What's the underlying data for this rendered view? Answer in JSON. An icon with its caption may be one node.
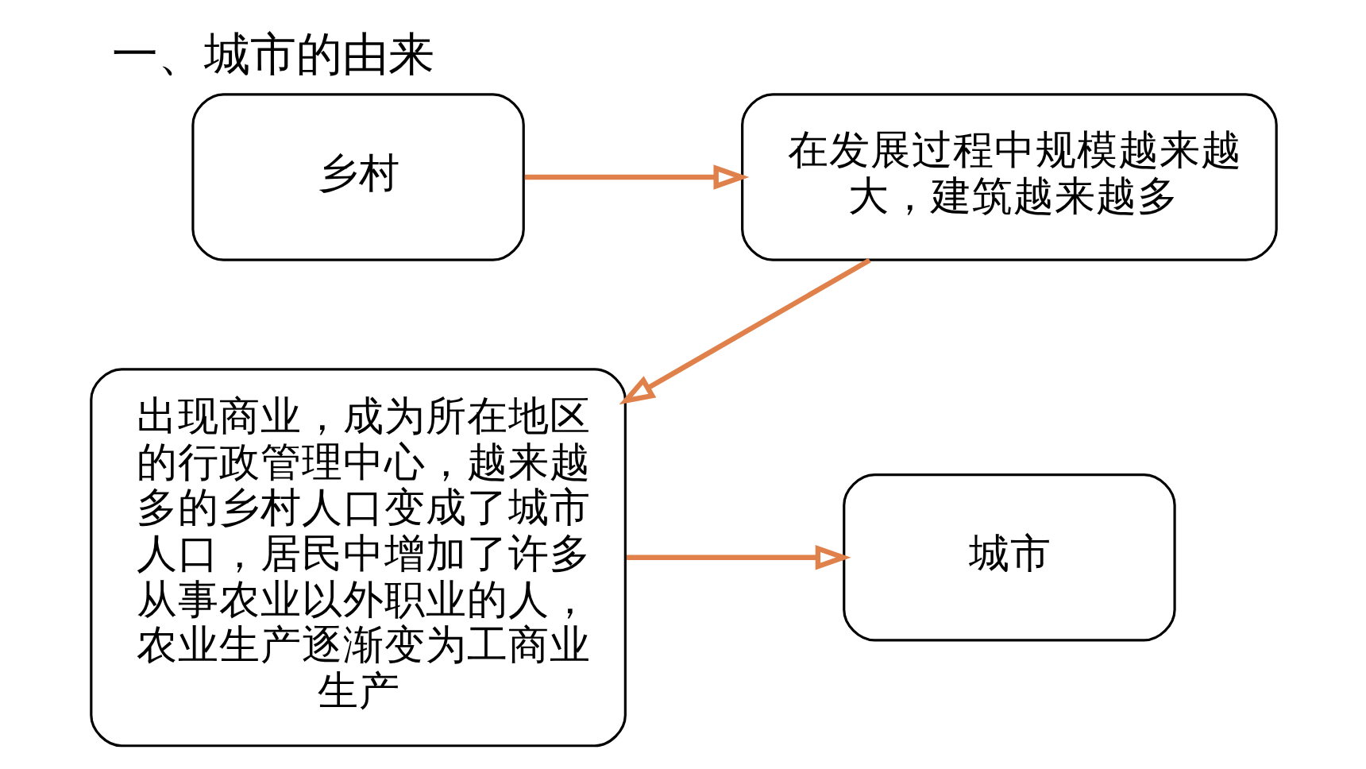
{
  "diagram": {
    "title": "一、城市的由来",
    "nodes": [
      {
        "text": [
          "乡村"
        ]
      },
      {
        "text": [
          "在发展过程中规模越来越大，建筑越来越多"
        ]
      },
      {
        "text": [
          "出现商业，成为所在地区的行政管理中心，越来越多的乡村人口变成了城市人口，居民中增加了许多从事农业以外职业的人，农业生产逐渐变为工商业生产"
        ]
      },
      {
        "text": [
          "城市"
        ]
      }
    ],
    "edges": [
      {
        "from": 0,
        "to": 1,
        "arrow": "to"
      },
      {
        "from": 1,
        "to": 2,
        "arrow": "to"
      },
      {
        "from": 2,
        "to": 3,
        "arrow": "to"
      }
    ]
  }
}
